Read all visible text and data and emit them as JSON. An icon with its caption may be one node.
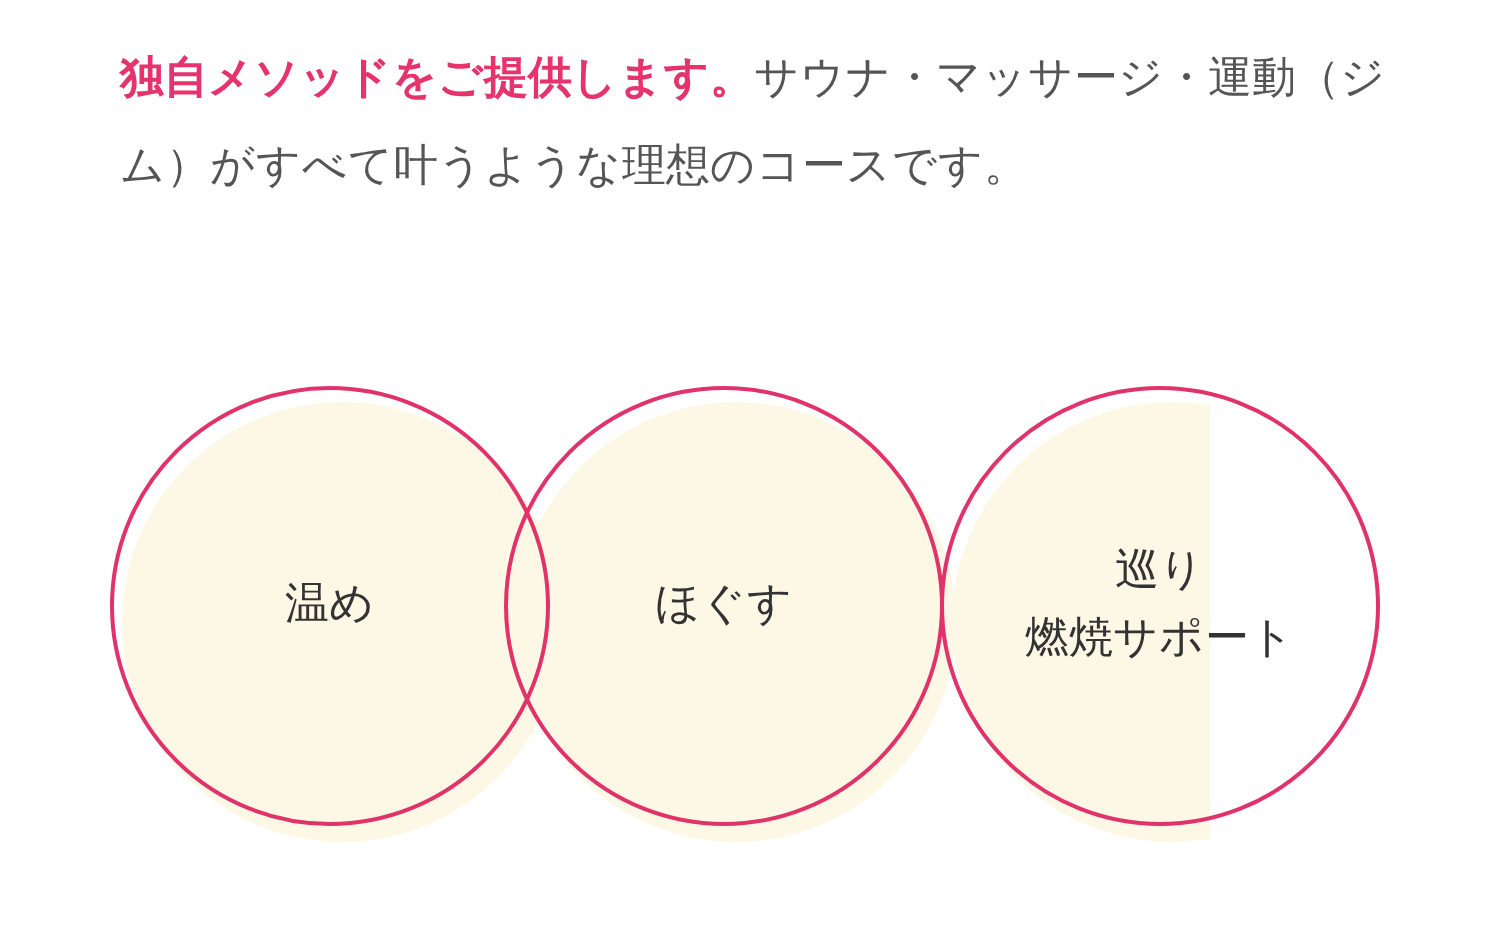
{
  "diagram": {
    "nodes": [
      {
        "text": [
          "温め"
        ]
      },
      {
        "text": [
          "ほぐす"
        ]
      },
      {
        "text": [
          "巡り",
          "燃焼サポート"
        ]
      }
    ],
    "labels": [
      "**独自メソッドをご提供します。**サウナ・マッサージ・運動（ジム）がすべて叶うような理想のコースです。"
    ]
  }
}
